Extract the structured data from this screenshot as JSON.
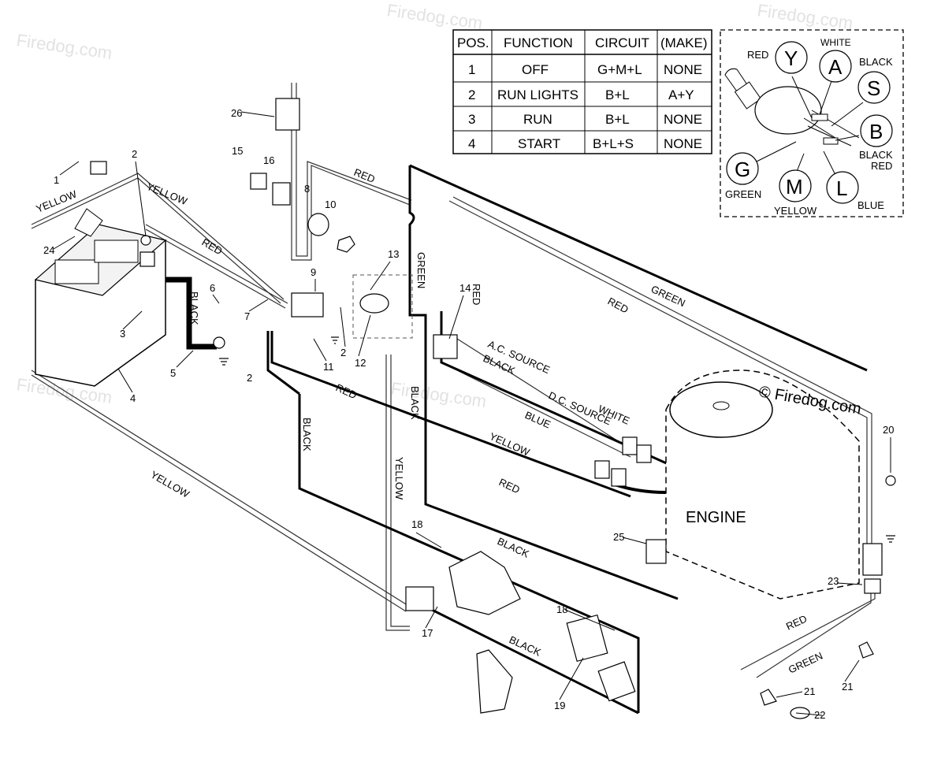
{
  "switch_table": {
    "headers": [
      "POS.",
      "FUNCTION",
      "CIRCUIT",
      "(MAKE)"
    ],
    "rows": [
      [
        "1",
        "OFF",
        "G+M+L",
        "NONE"
      ],
      [
        "2",
        "RUN LIGHTS",
        "B+L",
        "A+Y"
      ],
      [
        "3",
        "RUN",
        "B+L",
        "NONE"
      ],
      [
        "4",
        "START",
        "B+L+S",
        "NONE"
      ]
    ]
  },
  "key_switch": {
    "letters": [
      "Y",
      "A",
      "S",
      "B",
      "G",
      "M",
      "L"
    ],
    "colors": [
      "RED",
      "WHITE",
      "BLACK",
      "BLACK",
      "RED",
      "GREEN",
      "YELLOW",
      "BLUE"
    ]
  },
  "wire_labels": {
    "yellow": "YELLOW",
    "red": "RED",
    "black": "BLACK",
    "green": "GREEN",
    "blue": "BLUE",
    "white": "WHITE",
    "ac": "A.C. SOURCE",
    "dc": "D.C. SOURCE"
  },
  "engine_label": "ENGINE",
  "part_numbers": [
    "1",
    "2",
    "3",
    "4",
    "5",
    "6",
    "7",
    "8",
    "9",
    "10",
    "11",
    "12",
    "13",
    "14",
    "15",
    "16",
    "17",
    "18",
    "19",
    "20",
    "21",
    "22",
    "23",
    "24",
    "25",
    "26"
  ],
  "watermark": "Firedog.com",
  "copyright": "© Firedog.com"
}
